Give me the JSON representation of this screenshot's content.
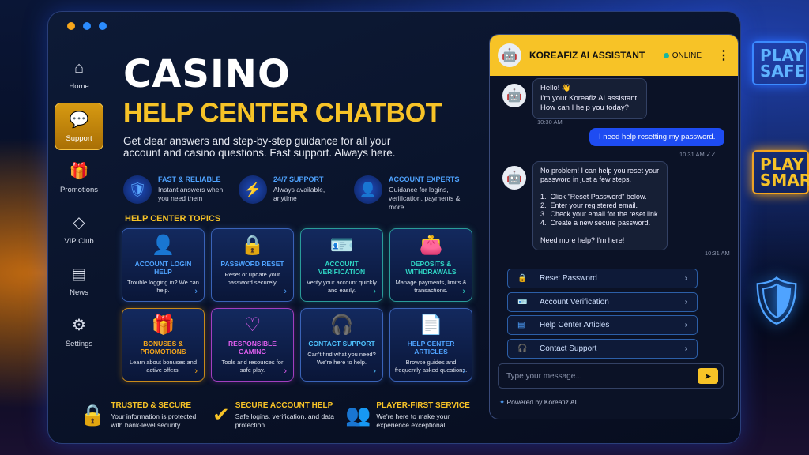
{
  "colors": {
    "accent": "#f7c327",
    "blue": "#1e4cf2",
    "window_dots": [
      "#f7a71b",
      "#2b8cff",
      "#2b8cff"
    ]
  },
  "sidebar": {
    "items": [
      {
        "label": "Home",
        "icon": "home-icon",
        "glyph": "⌂"
      },
      {
        "label": "Support",
        "icon": "chat-icon",
        "glyph": "💬",
        "active": true
      },
      {
        "label": "Promotions",
        "icon": "gift-icon",
        "glyph": "🎁"
      },
      {
        "label": "VIP Club",
        "icon": "diamond-icon",
        "glyph": "◇"
      },
      {
        "label": "News",
        "icon": "news-icon",
        "glyph": "▤"
      },
      {
        "label": "Settings",
        "icon": "gear-icon",
        "glyph": "⚙"
      }
    ]
  },
  "hero": {
    "title1": "CASINO",
    "title2": "HELP CENTER CHATBOT",
    "subtitle": "Get clear answers and step-by-step guidance for all your account and casino questions. Fast support. Always here."
  },
  "features": [
    {
      "title": "FAST & RELIABLE",
      "text": "Instant answers when you need them",
      "glyph": "🛡"
    },
    {
      "title": "24/7 SUPPORT",
      "text": "Always available, anytime",
      "glyph": "⚡"
    },
    {
      "title": "ACCOUNT EXPERTS",
      "text": "Guidance for logins, verification, payments & more",
      "glyph": "👤"
    }
  ],
  "topics_label": "HELP CENTER TOPICS",
  "topics": [
    {
      "title": "ACCOUNT LOGIN HELP",
      "text": "Trouble logging in? We can help.",
      "glyph": "👤",
      "color": "#4fa3ff",
      "border": "#3a63b8"
    },
    {
      "title": "PASSWORD RESET",
      "text": "Reset or update your password securely.",
      "glyph": "🔒",
      "color": "#4fa3ff",
      "border": "#3a63b8"
    },
    {
      "title": "ACCOUNT VERIFICATION",
      "text": "Verify your account quickly and easily.",
      "glyph": "🪪",
      "color": "#2fd6c4",
      "border": "#2a9c9a"
    },
    {
      "title": "DEPOSITS & WITHDRAWALS",
      "text": "Manage payments, limits & transactions.",
      "glyph": "👛",
      "color": "#2fd6c4",
      "border": "#2a9c9a"
    },
    {
      "title": "BONUSES & PROMOTIONS",
      "text": "Learn about bonuses and active offers.",
      "glyph": "🎁",
      "color": "#f7a71b",
      "border": "#c98a1a"
    },
    {
      "title": "RESPONSIBLE GAMING",
      "text": "Tools and resources for safe play.",
      "glyph": "♡",
      "color": "#e25ff0",
      "border": "#a23fc0"
    },
    {
      "title": "CONTACT SUPPORT",
      "text": "Can't find what you need? We're here to help.",
      "glyph": "🎧",
      "color": "#4fc3ff",
      "border": "#3a63b8"
    },
    {
      "title": "HELP CENTER ARTICLES",
      "text": "Browse guides and frequently asked questions.",
      "glyph": "📄",
      "color": "#4fa3ff",
      "border": "#3a63b8"
    }
  ],
  "bottom": [
    {
      "title": "TRUSTED & SECURE",
      "text": "Your information is protected with bank-level security.",
      "glyph": "🔒"
    },
    {
      "title": "SECURE ACCOUNT HELP",
      "text": "Safe logins, verification, and data protection.",
      "glyph": "✔"
    },
    {
      "title": "PLAYER-FIRST SERVICE",
      "text": "We're here to make your experience exceptional.",
      "glyph": "👥"
    }
  ],
  "chat": {
    "title": "KOREAFIZ AI ASSISTANT",
    "status": "ONLINE",
    "msg1": "Hello! 👋\nI'm your Koreafiz AI assistant.\nHow can I help you today?",
    "ts1": "10:30 AM",
    "user_msg": "I need help resetting my password.",
    "ts2": "10:31 AM ✓✓",
    "msg2": "No problem! I can help you reset your\npassword in just a few steps.\n\n1.  Click \"Reset Password\" below.\n2.  Enter your registered email.\n3.  Check your email for the reset link.\n4.  Create a new secure password.\n\nNeed more help? I'm here!",
    "ts3": "10:31 AM",
    "quick_actions": [
      {
        "label": "Reset Password",
        "glyph": "🔒"
      },
      {
        "label": "Account Verification",
        "glyph": "🪪"
      },
      {
        "label": "Help Center Articles",
        "glyph": "▤"
      },
      {
        "label": "Contact Support",
        "glyph": "🎧"
      }
    ],
    "placeholder": "Type your message...",
    "powered": "Powered by Koreafiz AI"
  },
  "signs": {
    "play_safe": "PLAY SAFE",
    "play_smart": "PLAY SMART"
  }
}
